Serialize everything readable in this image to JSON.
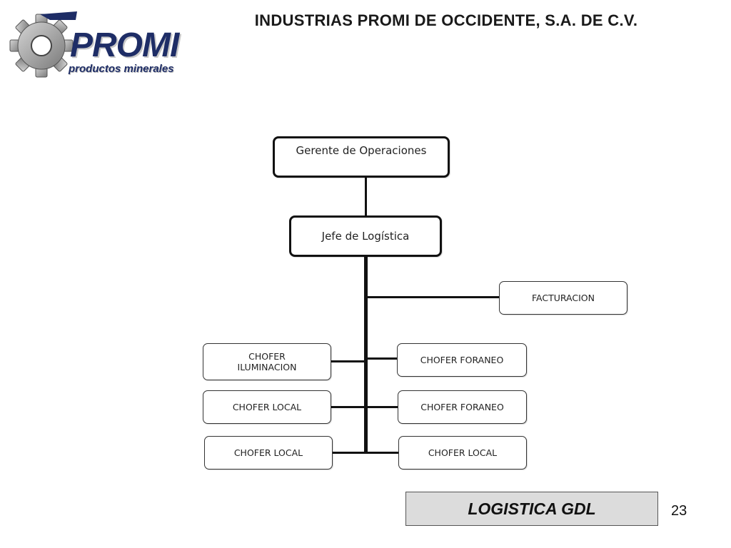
{
  "header": {
    "company": "INDUSTRIAS PROMI DE OCCIDENTE, S.A. DE C.V.",
    "logo_main": "PROMI",
    "logo_sub": "productos minerales"
  },
  "org": {
    "gerente": "Gerente de Operaciones",
    "jefe": "Jefe de Logística",
    "facturacion": "FACTURACION",
    "chofer_iluminacion": "CHOFER ILUMINACION",
    "chofer_local_1": "CHOFER LOCAL",
    "chofer_local_2": "CHOFER LOCAL",
    "chofer_foraneo_1": "CHOFER FORANEO",
    "chofer_foraneo_2": "CHOFER FORANEO",
    "chofer_local_3": "CHOFER LOCAL"
  },
  "footer": {
    "title": "LOGISTICA GDL",
    "page_number": "23"
  }
}
